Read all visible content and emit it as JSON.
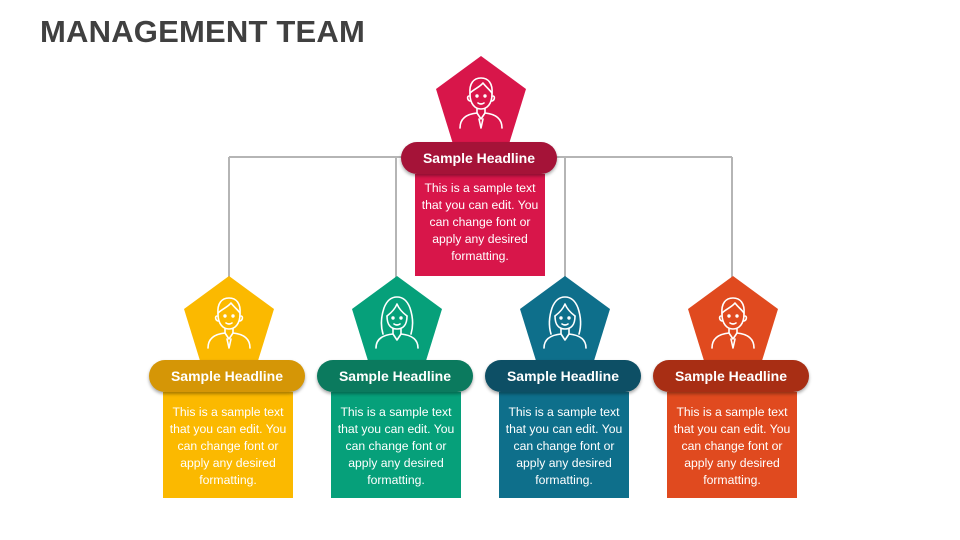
{
  "title": "MANAGEMENT TEAM",
  "nodes": [
    {
      "headline": "Sample Headline",
      "body": "This is a sample text that you can edit. You can change font or apply any desired formatting.",
      "icon": "man-icon",
      "color": "#d8164a",
      "pill_color": "#a51338"
    },
    {
      "headline": "Sample Headline",
      "body": "This is a sample text that you can edit. You can change font or apply any desired formatting.",
      "icon": "man-icon",
      "color": "#fbb900",
      "pill_color": "#d59606"
    },
    {
      "headline": "Sample Headline",
      "body": "This is a sample text that you can edit. You can change font or apply any desired formatting.",
      "icon": "woman-icon",
      "color": "#06a07a",
      "pill_color": "#0b7a5e"
    },
    {
      "headline": "Sample Headline",
      "body": "This is a sample text that you can edit. You can change font or apply any desired formatting.",
      "icon": "woman-icon",
      "color": "#0e6f8b",
      "pill_color": "#0d4f65"
    },
    {
      "headline": "Sample Headline",
      "body": "This is a sample text that you can edit. You can change font or apply any desired formatting.",
      "icon": "man-icon",
      "color": "#e04a1f",
      "pill_color": "#a82e14"
    }
  ]
}
